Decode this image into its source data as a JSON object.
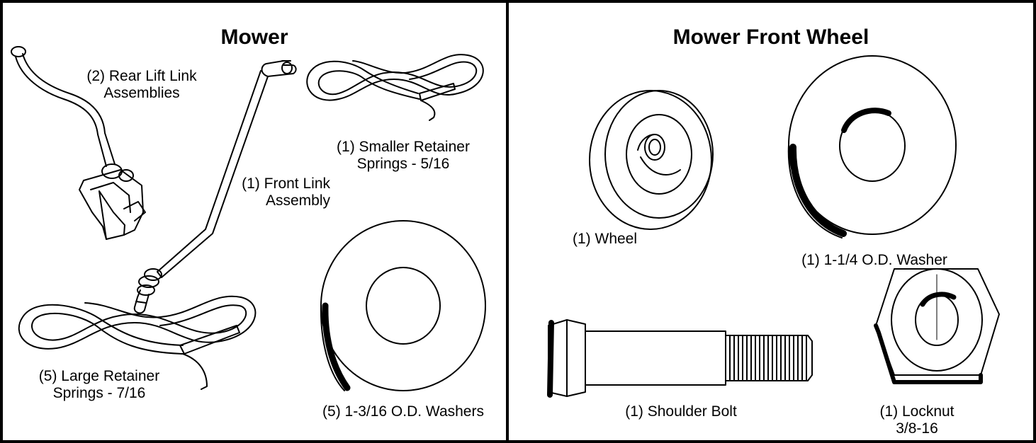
{
  "panels": [
    {
      "title": "Mower",
      "parts": {
        "rear_lift_link": {
          "qty": "(2) Rear Lift Link",
          "line2": "Assemblies",
          "icon": "rear-lift-link-icon"
        },
        "front_link": {
          "qty": "(1) Front Link",
          "line2": "Assembly",
          "icon": "front-link-icon"
        },
        "small_spring": {
          "qty": "(1)  Smaller Retainer",
          "line2": "Springs - 5/16",
          "icon": "retainer-spring-icon"
        },
        "large_spring": {
          "qty": "(5)  Large Retainer",
          "line2": "Springs - 7/16",
          "icon": "retainer-spring-icon"
        },
        "washers": {
          "label": "(5) 1-3/16 O.D. Washers",
          "icon": "washer-icon"
        }
      }
    },
    {
      "title": "Mower Front Wheel",
      "parts": {
        "wheel": {
          "label": "(1) Wheel",
          "icon": "wheel-icon"
        },
        "washer": {
          "label": "(1) 1-1/4 O.D. Washer",
          "icon": "washer-icon"
        },
        "bolt": {
          "label": "(1) Shoulder Bolt",
          "icon": "shoulder-bolt-icon"
        },
        "locknut": {
          "qty": "(1) Locknut",
          "line2": "3/8-16",
          "icon": "locknut-icon"
        }
      }
    }
  ],
  "colors": {
    "ink": "#000000",
    "paper": "#ffffff"
  }
}
